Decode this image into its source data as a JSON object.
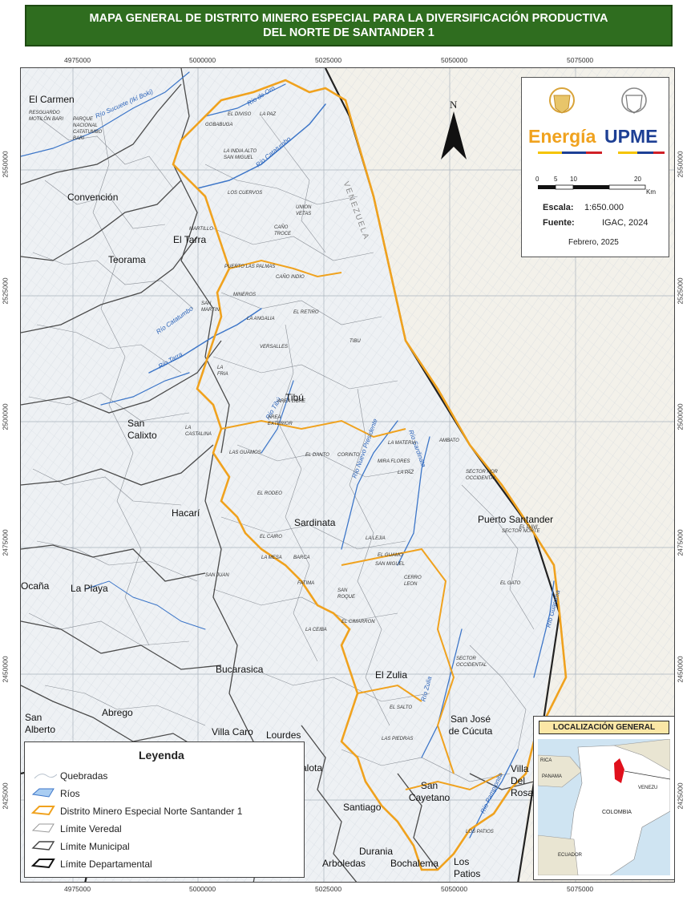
{
  "title": {
    "line1": "MAPA GENERAL DE DISTRITO MINERO ESPECIAL PARA LA DIVERSIFICACIÓN PRODUCTIVA",
    "line2": "DEL NORTE DE SANTANDER 1"
  },
  "coords": {
    "x": [
      "4975000",
      "5000000",
      "5025000",
      "5050000",
      "5075000"
    ],
    "y": [
      "2550000",
      "2525000",
      "2500000",
      "2475000",
      "2450000",
      "2425000"
    ]
  },
  "north": "N",
  "info": {
    "brand_left": "Energía",
    "brand_right": "UPME",
    "scale_ticks": [
      "0",
      "5",
      "10",
      "20"
    ],
    "scale_unit": "Km",
    "scale_label": "Escala:",
    "scale_value": "1:650.000",
    "source_label": "Fuente:",
    "source_value": "IGAC, 2024",
    "date": "Febrero, 2025"
  },
  "legend": {
    "title": "Leyenda",
    "items": [
      "Quebradas",
      "Ríos",
      "Distrito Minero Especial Norte Santander 1",
      "Límite Veredal",
      "Límite Municipal",
      "Límite Departamental"
    ]
  },
  "location": {
    "title": "LOCALIZACIÓN GENERAL",
    "labels": [
      "RICA",
      "PANAMA",
      "VENEZU",
      "COLOMBIA",
      "ECUADOR"
    ]
  },
  "country_label": "VENEZUELA",
  "municipalities": [
    "El Carmen",
    "Convención",
    "El Tarra",
    "Teorama",
    "Tibú",
    "San Calixto",
    "Hacarí",
    "Sardinata",
    "Ocaña",
    "La Playa",
    "El Zulia",
    "Bucarasica",
    "Abrego",
    "Villa Caro",
    "Lourdes",
    "San Alberto",
    "Puerto Santander",
    "San José de Cúcuta",
    "San Cayetano",
    "Villa Del Rosario",
    "Santiago",
    "Durania",
    "Arboledas",
    "Bochalema",
    "Los Patios",
    "alota"
  ],
  "rivers": [
    "Río Sucuete (Ikí Boki)",
    "Río de Oro",
    "Río Catatumbo",
    "Río Tarra",
    "Río Tibú",
    "Río Nuevo Presidente",
    "Río Sardinata",
    "Río Zulia",
    "Río Pamplonita",
    "Río Guaruma"
  ],
  "veredas": [
    "RESGUARDO MOTILÓN BARI",
    "PARQUE NACIONAL CATATUMBO BARI",
    "GOBABUGA",
    "EL DIVISO",
    "LA PAZ",
    "LA INDIA ALTO SAN MIGUEL",
    "LOS CUERVOS",
    "UNION VETAS",
    "MARTILLO",
    "CAÑO TROCE",
    "PUERTO LAS PALMAS",
    "CAÑO INDIO",
    "MINEROS",
    "EL RETIRO",
    "LA ANGALIA",
    "VERSALLES",
    "TIBU",
    "SAN MARTIN",
    "LA FRIA",
    "AREA LIBRE",
    "AREA EXTERIOR",
    "LA CASTALINA",
    "LAS GUAMOS",
    "EL DANTO",
    "CORINTO",
    "MIRA FLORES",
    "LA PAZ",
    "LA MATERIA",
    "AMBATO",
    "SECTOR NOR OCCIDENTAL",
    "EL RODEO",
    "LA LEJIA",
    "EL CAIRO",
    "LA MESA",
    "BARCA",
    "EL GUAMO",
    "SAN MIGUEL",
    "CERRO LEON",
    "SAN JUAN",
    "FATIMA",
    "SAN ROQUE",
    "EL CIMARRON",
    "LA CEIBA",
    "SECTOR OCCIDENTAL",
    "EL SALTO",
    "LAS PIEDRAS",
    "SECTOR NORTE",
    "EL DAVI",
    "EL GATO",
    "LOS PATIOS"
  ]
}
